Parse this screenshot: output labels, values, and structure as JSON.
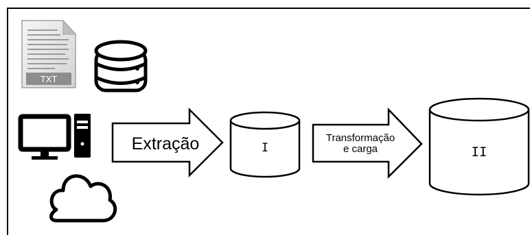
{
  "sources": {
    "file_icon_label": "TXT",
    "icons": [
      "txt-file-icon",
      "database-icon",
      "computer-icon",
      "cloud-icon"
    ]
  },
  "steps": {
    "extract_label": "Extração",
    "transform_label_line1": "Transformação",
    "transform_label_line2": "e carga"
  },
  "stores": {
    "staging_label": "I",
    "warehouse_label": "II"
  },
  "colors": {
    "stroke": "#000000",
    "file_gray": "#c8c8c8",
    "file_light": "#efefef",
    "file_label_bg": "#8d8d8d",
    "fill": "#ffffff"
  }
}
